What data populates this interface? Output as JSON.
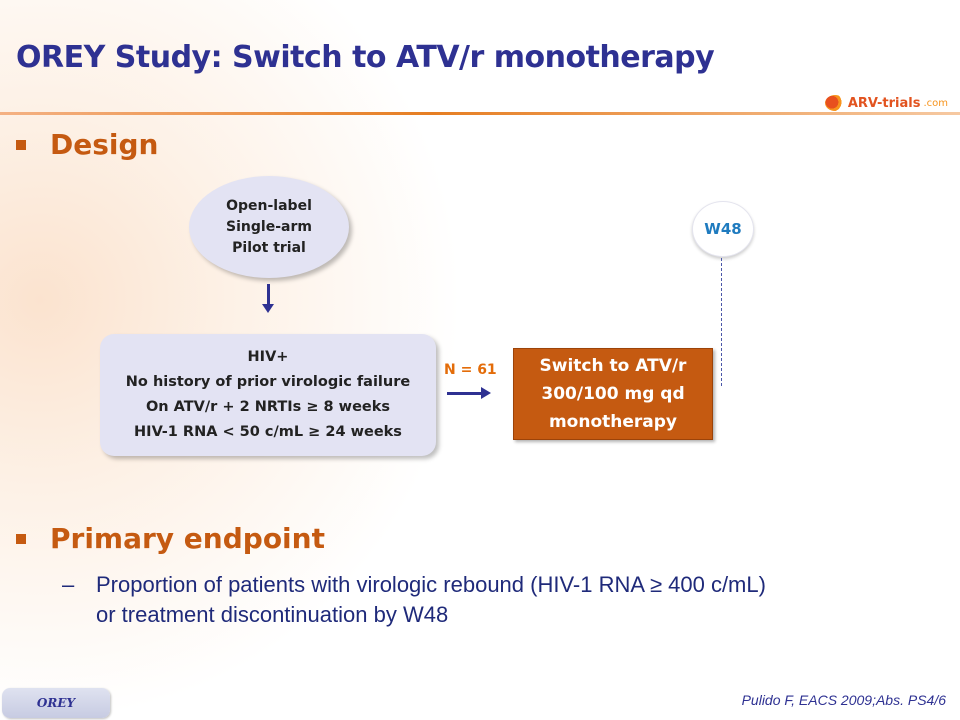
{
  "header": {
    "title": "OREY Study: Switch to ATV/r monotherapy",
    "logo": {
      "text": "ARV-trials",
      "suffix": ".com",
      "icon": "arv-trials-logo-icon"
    }
  },
  "sections": {
    "design": {
      "heading": "Design"
    },
    "endpoint": {
      "heading": "Primary endpoint",
      "dash": "–",
      "line1": "Proportion of patients with virologic rebound (HIV-1 RNA ≥ 400 c/mL)",
      "line2": "or treatment discontinuation by W48"
    }
  },
  "diagram": {
    "oval": {
      "lines": [
        "Open-label",
        "Single-arm",
        "Pilot trial"
      ]
    },
    "criteria": {
      "lines": [
        "HIV+",
        "No history of prior virologic failure",
        "On ATV/r + 2 NRTIs ≥ 8 weeks",
        "HIV-1 RNA < 50 c/mL ≥ 24 weeks"
      ]
    },
    "n_label": "N = 61",
    "treatment": {
      "lines": [
        "Switch to ATV/r",
        "300/100 mg qd",
        "monotherapy"
      ]
    },
    "timepoint": "W48"
  },
  "footer": {
    "tab": "OREY",
    "reference": "Pulido F, EACS 2009;Abs. PS4/6"
  },
  "colors": {
    "title": "#2e3192",
    "accent": "#c55a11",
    "box_fill": "#e3e3f3",
    "n_label": "#e36c09",
    "timepoint": "#1f7bbf"
  }
}
